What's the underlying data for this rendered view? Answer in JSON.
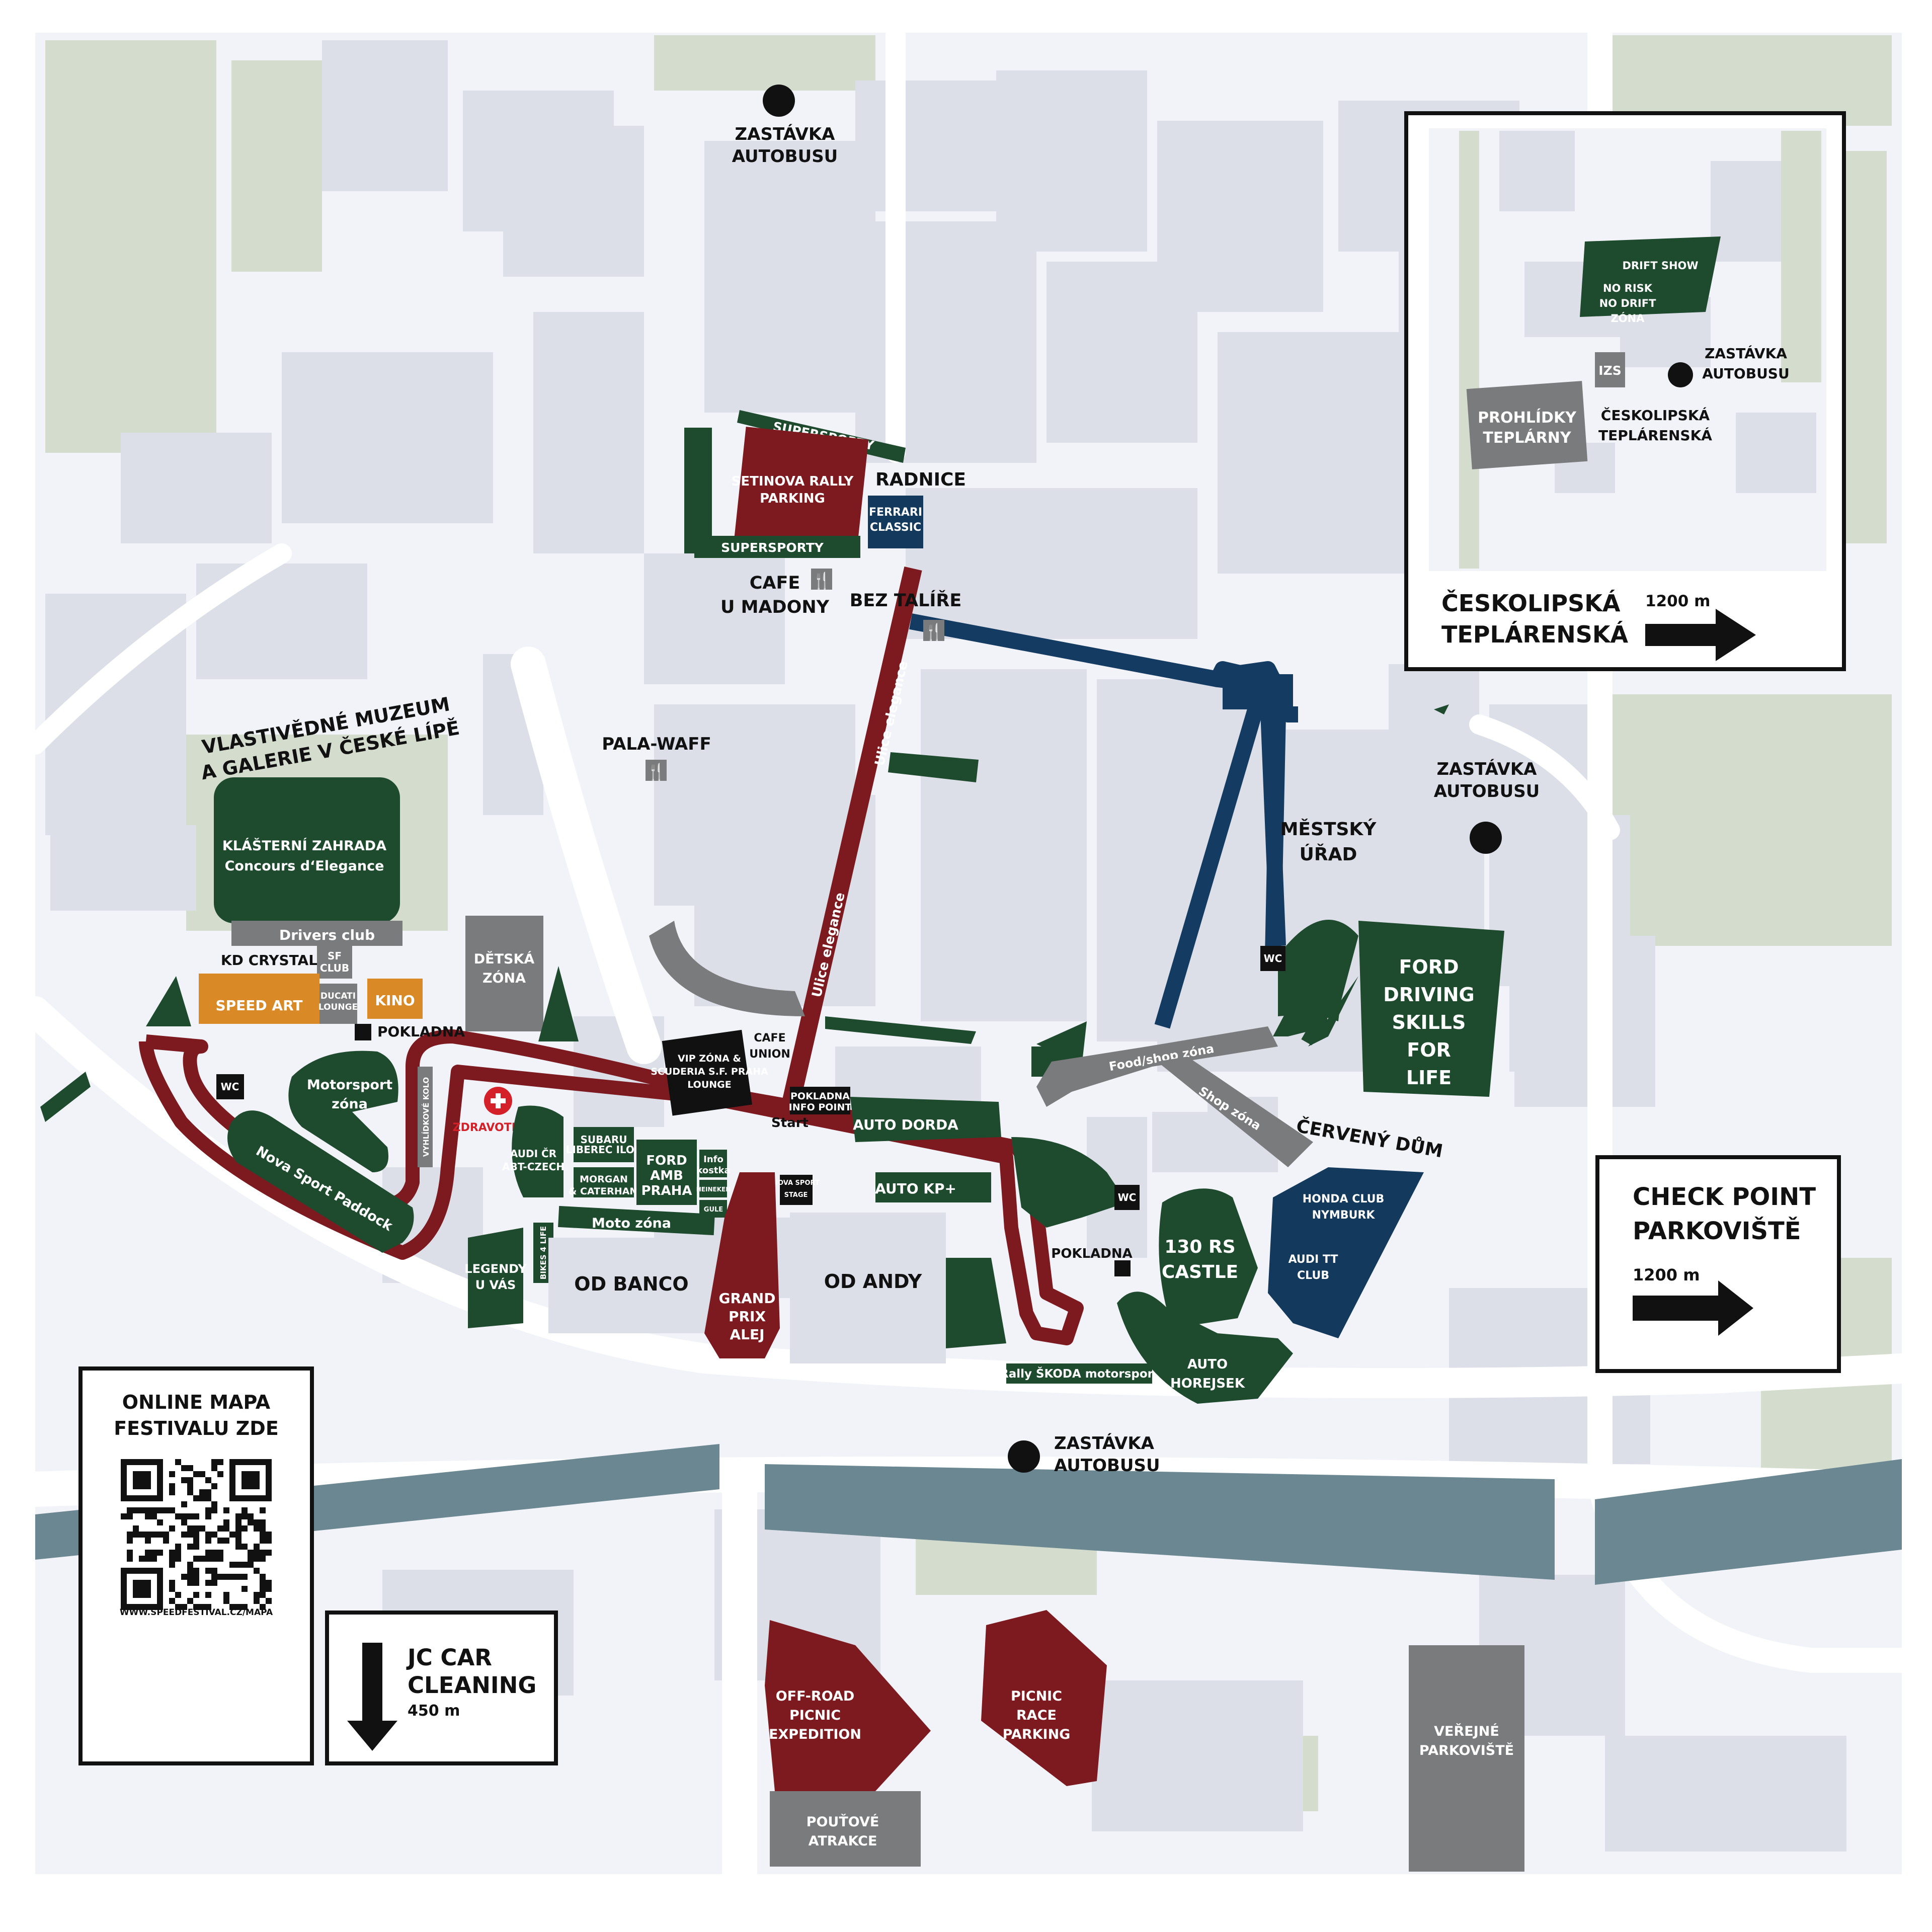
{
  "colors": {
    "background": "#ffffff",
    "map_bg": "#f1f3f8",
    "building": "#dcdfe8",
    "green_area": "#d4dccd",
    "zone_green": "#1e4a2d",
    "zone_red": "#7d1a1f",
    "zone_blue": "#133a5c",
    "zone_orange": "#d98a26",
    "zone_grey": "#7a7b7d",
    "river": "#6b8791",
    "route_red": "#7d1a1f",
    "route_blue": "#143c62"
  },
  "bus_stops": [
    {
      "label": "ZASTÁVKA\nAUTOBUSU"
    },
    {
      "label": "ZASTÁVKA\nAUTOBUSU"
    },
    {
      "label": "ZASTÁVKA\nAUTOBUSU"
    },
    {
      "label": "ZASTÁVKA\nAUTOBUSU"
    }
  ],
  "labels": {
    "radnice": "RADNICE",
    "cafe_u_madony": "CAFE\nU MADONY",
    "bez_talire": "BEZ TALÍŘE",
    "pala_waff": "PALA-WAFF",
    "muzeum": "VLASTIVĚDNÉ MUZEUM\nA GALERIE V ČESKÉ LÍPĚ",
    "mestsky_urad": "MĚSTSKÝ\nÚŘAD",
    "cerveny_dum": "ČERVENÝ DŮM",
    "cafe_union": "CAFE\nUNION",
    "pokladna_1": "POKLADNA",
    "pokladna_2": "POKLADNA",
    "zdravotnik": "ZDRAVOTNÍK",
    "start": "Start",
    "pokladna_info": "POKLADNA\nINFO POINT",
    "ulice_elegance_1": "Ulice elegance",
    "ulice_elegance_2": "Ulice elegance",
    "food_shop": "Food/shop zóna",
    "shop_zona": "Shop zóna",
    "wc": "WC"
  },
  "zones": {
    "supersporty_top": "SUPERSPORTY",
    "supersporty_bottom": "SUPERSPORTY",
    "setinova": "SETINOVA RALLY\nPARKING",
    "ferrari": "FERRARI\nCLASSIC",
    "klasterni": "KLÁŠTERNÍ ZAHRADA\nConcours d‘Elegance",
    "drivers_club": "Drivers club",
    "kd_crystal": "KD CRYSTAL",
    "sf_club": "SF\nCLUB",
    "speed_art": "SPEED ART",
    "ducati": "DUCATI\nLOUNGE",
    "kino": "KINO",
    "detska": "DĚTSKÁ\nZÓNA",
    "motorsport": "Motorsport\nzóna",
    "nova_sport": "Nova Sport Paddock",
    "vyhlidkove": "VYHLÍDKOVÉ KOLO",
    "audi_cr": "AUDI ČR\nABT-CZECH",
    "subaru": "SUBARU\nLIBEREC ILOS",
    "morgan": "MORGAN\n& CATERHAM",
    "ford_amb": "FORD\nAMB\nPRAHA",
    "info_kostka": "Info\nkostka",
    "heineken": "HEINEKEN",
    "gule": "GULE",
    "nova_sport_stage": "NOVA SPORT\nSTAGE",
    "moto_zona": "Moto zóna",
    "bikes": "BIKES 4 LIFE",
    "legendy": "LEGENDY\nU VÁS",
    "od_banco": "OD BANCO",
    "grand_prix": "GRAND\nPRIX\nALEJ",
    "od_andy": "OD ANDY",
    "vip": "VIP ZÓNA &\nSCUDERIA S.F. PRAHA\nLOUNGE",
    "auto_dorda": "AUTO DORDA",
    "auto_kp": "AUTO KP+",
    "rally_skoda": "Rally ŠKODA motorsport",
    "rs_castle": "130 RS\nCASTLE",
    "auto_horejsek": "AUTO\nHOREJSEK",
    "honda": "HONDA CLUB\nNYMBURK",
    "audi_tt": "AUDI TT\nCLUB",
    "ford_driving": "FORD\nDRIVING\nSKILLS\nFOR\nLIFE",
    "offroad": "OFF-ROAD\nPICNIC\nEXPEDITION",
    "picnic_race": "PICNIC\nRACE\nPARKING",
    "poutove": "POUŤOVÉ\nATRAKCE",
    "verejne": "VEŘEJNÉ\nPARKOVIŠTĚ"
  },
  "inset": {
    "drift_show": "DRIFT SHOW",
    "no_risk": "NO RISK\nNO DRIFT\nZÓNA",
    "izs": "IZS",
    "bus_stop": "ZASTÁVKA\nAUTOBUSU",
    "prohlidky": "PROHLÍDKY\nTEPLÁRNY",
    "teplarenska": "ČESKOLIPSKÁ\nTEPLÁRENSKÁ",
    "title": "ČESKOLIPSKÁ\nTEPLÁRENSKÁ",
    "distance": "1200 m"
  },
  "checkpoint": {
    "title": "CHECK POINT\nPARKOVIŠTĚ",
    "distance": "1200 m"
  },
  "qr_panel": {
    "title": "ONLINE MAPA\nFESTIVALU ZDE",
    "url": "WWW.SPEEDFESTIVAL.CZ/MAPA"
  },
  "cleaning": {
    "title": "JC CAR\nCLEANING",
    "distance": "450 m"
  }
}
